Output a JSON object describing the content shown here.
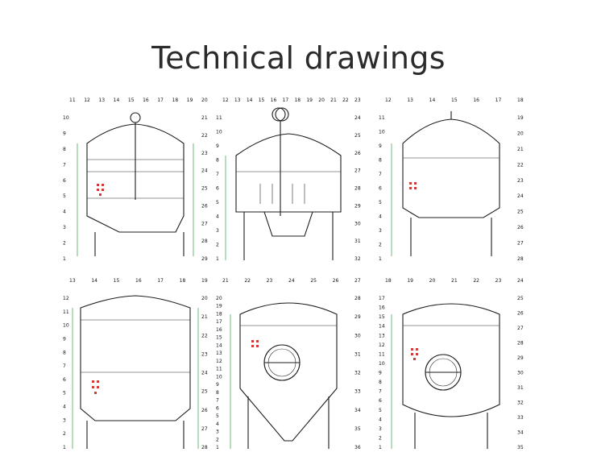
{
  "page": {
    "title": "Technical drawings"
  },
  "drawings": [
    {
      "id": "top-left",
      "callouts_top": [
        "11",
        "12",
        "13",
        "14",
        "15",
        "16",
        "17",
        "18",
        "19",
        "20"
      ],
      "callouts_left": [
        "10",
        "9",
        "8",
        "7",
        "6",
        "5",
        "4",
        "3",
        "2",
        "1"
      ],
      "callouts_right": [
        "21",
        "22",
        "23",
        "24",
        "25",
        "26",
        "27",
        "28",
        "29"
      ]
    },
    {
      "id": "top-middle",
      "callouts_top": [
        "12",
        "13",
        "14",
        "15",
        "16",
        "17",
        "18",
        "19",
        "20",
        "21",
        "22",
        "23"
      ],
      "callouts_left": [
        "11",
        "10",
        "9",
        "8",
        "7",
        "6",
        "5",
        "4",
        "3",
        "2",
        "1"
      ],
      "callouts_right": [
        "24",
        "25",
        "26",
        "27",
        "28",
        "29",
        "30",
        "31",
        "32"
      ]
    },
    {
      "id": "top-right",
      "callouts_top": [
        "12",
        "13",
        "14",
        "15",
        "16",
        "17",
        "18"
      ],
      "callouts_left": [
        "11",
        "10",
        "9",
        "8",
        "7",
        "6",
        "5",
        "4",
        "3",
        "2",
        "1"
      ],
      "callouts_right": [
        "19",
        "20",
        "21",
        "22",
        "23",
        "24",
        "25",
        "26",
        "27",
        "28"
      ]
    },
    {
      "id": "bottom-left",
      "callouts_top": [
        "13",
        "14",
        "15",
        "16",
        "17",
        "18",
        "19"
      ],
      "callouts_left": [
        "12",
        "11",
        "10",
        "9",
        "8",
        "7",
        "6",
        "5",
        "4",
        "3",
        "2",
        "1"
      ],
      "callouts_right": [
        "20",
        "21",
        "22",
        "23",
        "24",
        "25",
        "26",
        "27",
        "28"
      ]
    },
    {
      "id": "bottom-middle",
      "callouts_top": [
        "21",
        "22",
        "23",
        "24",
        "25",
        "26",
        "27"
      ],
      "callouts_left": [
        "20",
        "19",
        "18",
        "17",
        "16",
        "15",
        "14",
        "13",
        "12",
        "11",
        "10",
        "9",
        "8",
        "7",
        "6",
        "5",
        "4",
        "3",
        "2",
        "1"
      ],
      "callouts_right": [
        "28",
        "29",
        "30",
        "31",
        "32",
        "33",
        "34",
        "35",
        "36"
      ]
    },
    {
      "id": "bottom-right",
      "callouts_top": [
        "18",
        "19",
        "20",
        "21",
        "22",
        "23",
        "24"
      ],
      "callouts_left": [
        "17",
        "16",
        "15",
        "14",
        "13",
        "12",
        "11",
        "10",
        "9",
        "8",
        "7",
        "6",
        "5",
        "4",
        "3",
        "2",
        "1"
      ],
      "callouts_right": [
        "25",
        "26",
        "27",
        "28",
        "29",
        "30",
        "31",
        "32",
        "33",
        "34",
        "35"
      ]
    }
  ]
}
